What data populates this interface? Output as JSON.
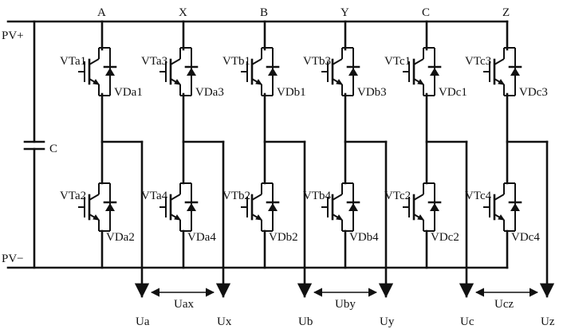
{
  "rails": {
    "positive": "PV+",
    "negative": "PV−"
  },
  "capacitor": {
    "label": "C"
  },
  "legs": [
    {
      "phase": "A",
      "top_switch": "VTa1",
      "top_diode": "VDa1",
      "bottom_switch": "VTa2",
      "bottom_diode": "VDa2",
      "output": "Ua"
    },
    {
      "phase": "X",
      "top_switch": "VTa3",
      "top_diode": "VDa3",
      "bottom_switch": "VTa4",
      "bottom_diode": "VDa4",
      "output": "Ux"
    },
    {
      "phase": "B",
      "top_switch": "VTb1",
      "top_diode": "VDb1",
      "bottom_switch": "VTb2",
      "bottom_diode": "VDb2",
      "output": "Ub"
    },
    {
      "phase": "Y",
      "top_switch": "VTb3",
      "top_diode": "VDb3",
      "bottom_switch": "VTb4",
      "bottom_diode": "VDb4",
      "output": "Uy"
    },
    {
      "phase": "C",
      "top_switch": "VTc1",
      "top_diode": "VDc1",
      "bottom_switch": "VTc2",
      "bottom_diode": "VDc2",
      "output": "Uc"
    },
    {
      "phase": "Z",
      "top_switch": "VTc3",
      "top_diode": "VDc3",
      "bottom_switch": "VTc4",
      "bottom_diode": "VDc4",
      "output": "Uz"
    }
  ],
  "voltages": [
    "Uax",
    "Uby",
    "Ucz"
  ]
}
